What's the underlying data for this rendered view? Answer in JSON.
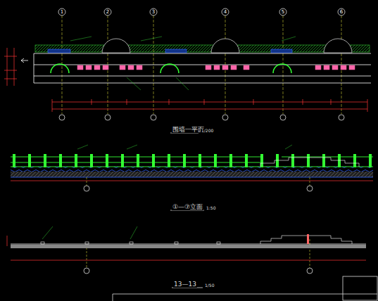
{
  "diagram": {
    "labels": [
      "围墙一平面",
      "1/200",
      "①—⑦立面",
      "1:50",
      "13—13",
      "1/50",
      "1",
      "2",
      "3",
      "4",
      "5",
      "6"
    ]
  }
}
